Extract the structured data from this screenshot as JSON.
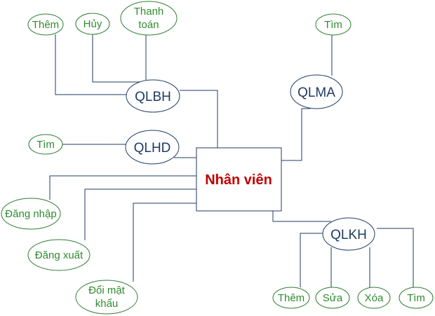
{
  "center": {
    "label": "Nhân viên"
  },
  "modules": {
    "qlbh": "QLBH",
    "qlma": "QLMA",
    "qlhd": "QLHD",
    "qlkh": "QLKH"
  },
  "qlbh_actions": {
    "them": "Thêm",
    "huy": "Hủy",
    "thanh_toan_line1": "Thanh",
    "thanh_toan_line2": "toán"
  },
  "qlma_actions": {
    "tim": "Tìm"
  },
  "qlhd_actions": {
    "tim": "Tìm"
  },
  "qlkh_actions": {
    "them": "Thêm",
    "sua": "Sửa",
    "xoa": "Xóa",
    "tim": "Tìm"
  },
  "account_actions": {
    "dang_nhap": "Đăng nhập",
    "dang_xuat": "Đăng xuất",
    "doi_mat_khau_line1": "Đổi mật",
    "doi_mat_khau_line2": "khẩu"
  },
  "colors": {
    "center_text": "#c00000",
    "module_text": "#1f3b63",
    "action_text": "#2e8b2e"
  }
}
